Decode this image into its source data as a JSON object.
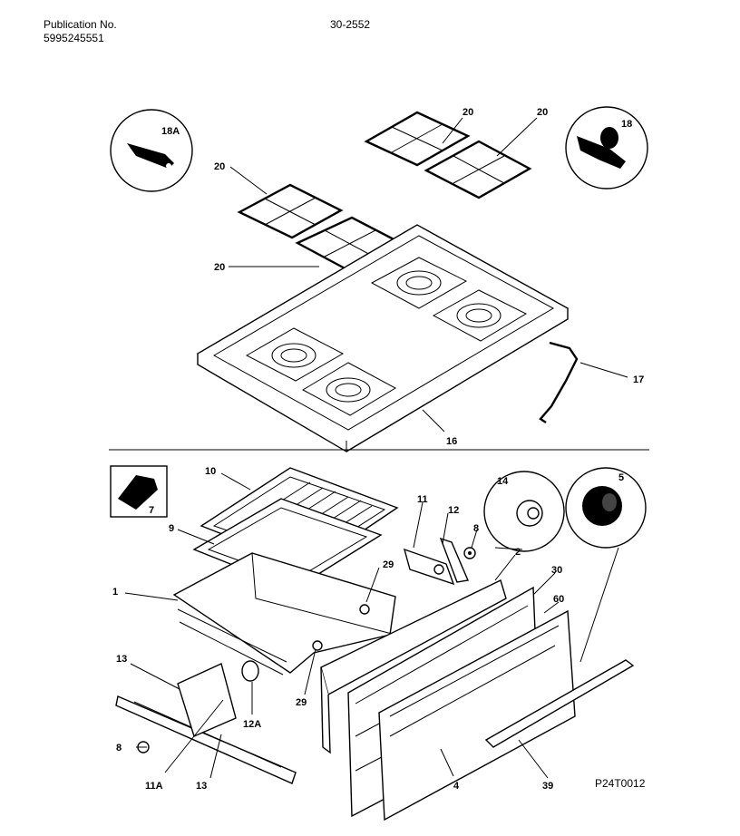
{
  "header": {
    "publication_label": "Publication No.",
    "publication_number": "5995245551",
    "document_number": "30-2552"
  },
  "diagram_code": "P24T0012",
  "callouts": {
    "c18a": "18A",
    "c18": "18",
    "c20a": "20",
    "c20b": "20",
    "c20c": "20",
    "c20d": "20",
    "c17": "17",
    "c16": "16",
    "c10": "10",
    "c7": "7",
    "c9": "9",
    "c1": "1",
    "c11": "11",
    "c12": "12",
    "c8a": "8",
    "c14": "14",
    "c5": "5",
    "c2": "2",
    "c30": "30",
    "c60": "60",
    "c29a": "29",
    "c29b": "29",
    "c13a": "13",
    "c12a": "12A",
    "c8b": "8",
    "c11a": "11A",
    "c13b": "13",
    "c4": "4",
    "c39": "39"
  }
}
